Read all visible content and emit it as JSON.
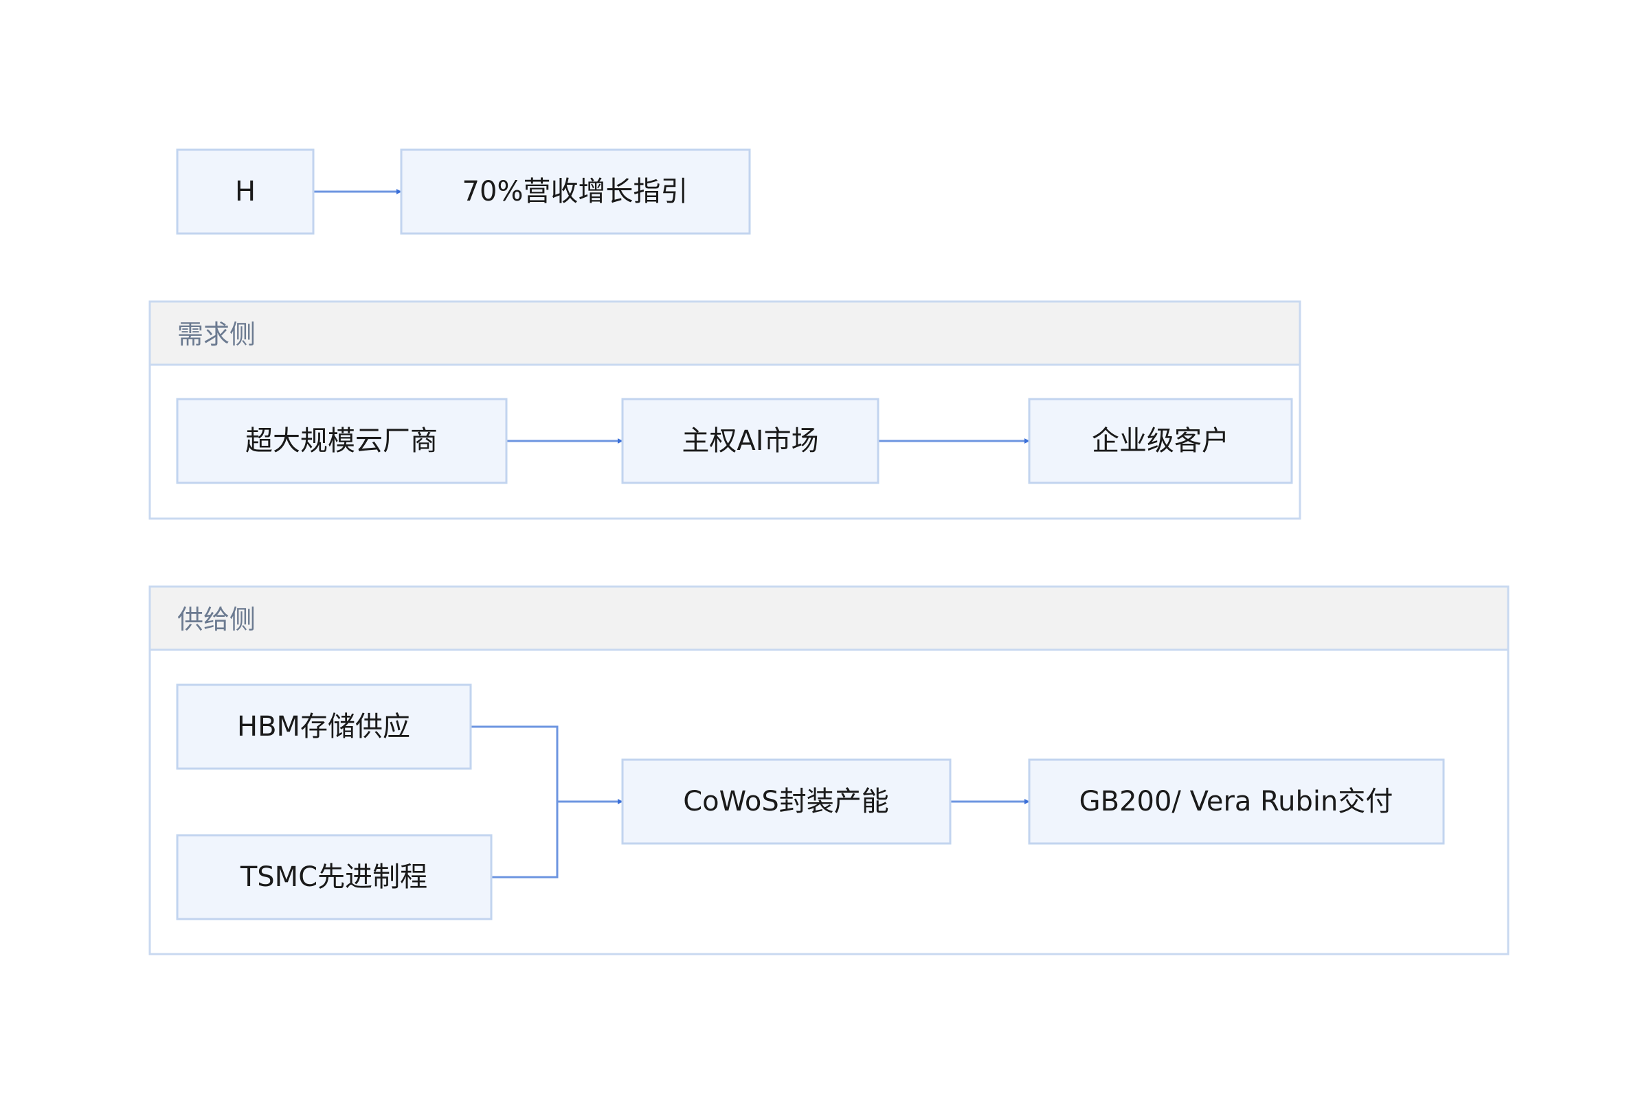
{
  "top_chain": {
    "nodes": [
      "H",
      "70%营收增长指引"
    ]
  },
  "groups": [
    {
      "title": "需求侧",
      "nodes": [
        "超大规模云厂商",
        "主权AI市场",
        "企业级客户"
      ]
    },
    {
      "title": "供给侧",
      "nodes": [
        "HBM存储供应",
        "TSMC先进制程",
        "CoWoS封装产能",
        "GB200/ Vera Rubin交付"
      ]
    }
  ],
  "edges": [
    {
      "from": "H",
      "to": "70%营收增长指引"
    },
    {
      "from": "超大规模云厂商",
      "to": "主权AI市场"
    },
    {
      "from": "主权AI市场",
      "to": "企业级客户"
    },
    {
      "from": "HBM存储供应",
      "to": "CoWoS封装产能"
    },
    {
      "from": "TSMC先进制程",
      "to": "CoWoS封装产能"
    },
    {
      "from": "CoWoS封装产能",
      "to": "GB200/ Vera Rubin交付"
    }
  ],
  "colors": {
    "node_fill": "#f0f5fd",
    "node_border": "#c2d4ef",
    "edge": "#6d95e0",
    "arrowhead": "#3a6fd8",
    "group_header": "#f2f2f2",
    "group_title_text": "#6b7a90"
  }
}
